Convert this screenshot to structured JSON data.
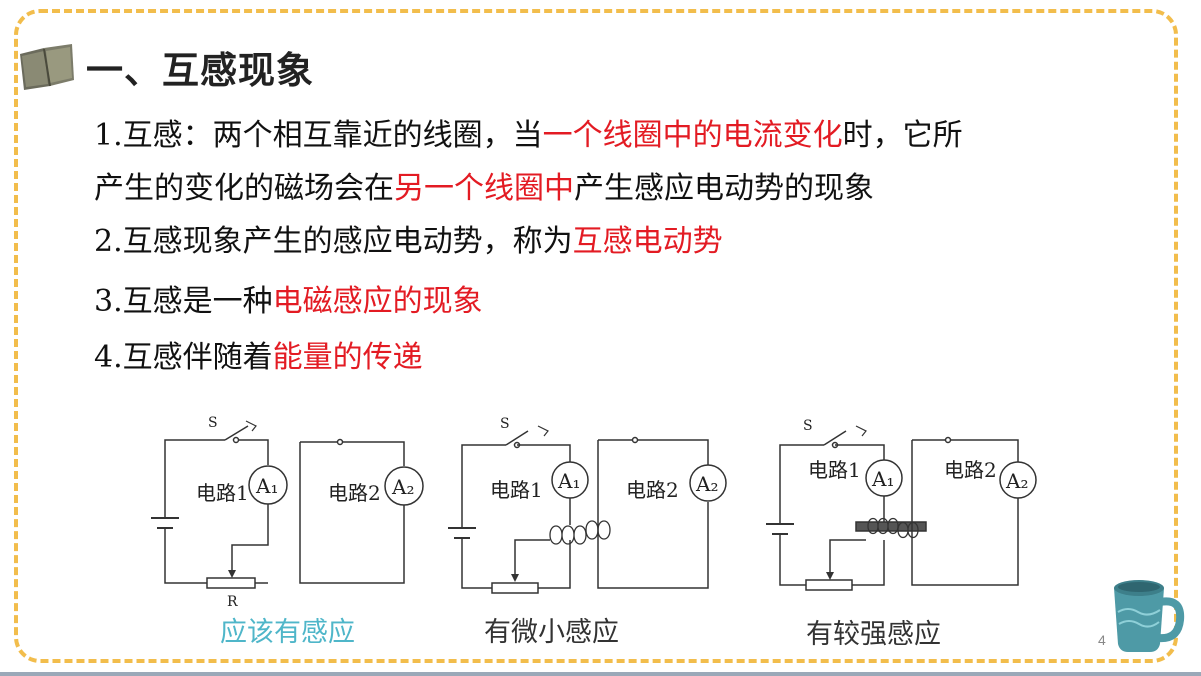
{
  "title": "一、互感现象",
  "items": {
    "p1": {
      "a": "1.互感：两个相互靠近的线圈，当",
      "b": "一个线圈中的电流变化",
      "c": "时，它所",
      "d": "产生的变化的磁场会在",
      "e": "另一个线圈中",
      "f": "产生感应电动势的现象"
    },
    "p2": {
      "a": "2.互感现象产生的感应电动势，称为",
      "b": "互感电动势"
    },
    "p3": {
      "a": "3.互感是一种",
      "b": "电磁感应的现象"
    },
    "p4": {
      "a": "4.互感伴随着",
      "b": "能量的传递"
    }
  },
  "diagrams": {
    "switch_label": "S",
    "circuit1_label": "电路1",
    "circuit2_label": "电路2",
    "ammeter1": "A₁",
    "ammeter2": "A₂",
    "resistor_label": "R"
  },
  "captions": [
    "应该有感应",
    "有微小感应",
    "有较强感应"
  ],
  "page_number": "4",
  "colors": {
    "accent_red": "#e31b23",
    "frame": "#f2bd4c",
    "caption_teal": "#4fb6c9",
    "cup": "#4e9aa6"
  }
}
